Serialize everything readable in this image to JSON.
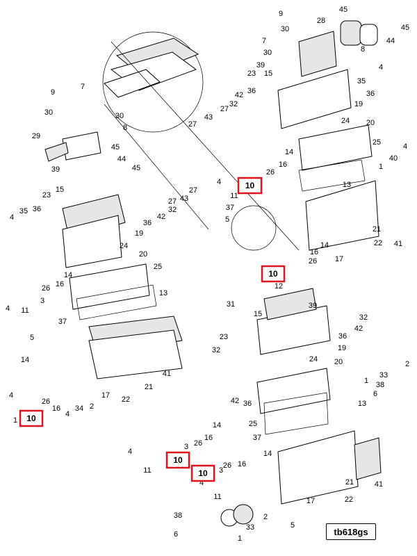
{
  "drawing_id": "tb618gs",
  "highlight_color": "#e0141e",
  "highlighted_callout": "10",
  "callouts": [
    "9",
    "30",
    "28",
    "45",
    "7",
    "8",
    "44",
    "4",
    "39",
    "15",
    "23",
    "35",
    "36",
    "19",
    "27",
    "43",
    "32",
    "42",
    "24",
    "20",
    "25",
    "14",
    "16",
    "26",
    "3",
    "10",
    "11",
    "13",
    "40",
    "2",
    "1",
    "37",
    "5",
    "12",
    "21",
    "22",
    "17",
    "41",
    "31",
    "34",
    "33",
    "38",
    "6",
    "29"
  ]
}
